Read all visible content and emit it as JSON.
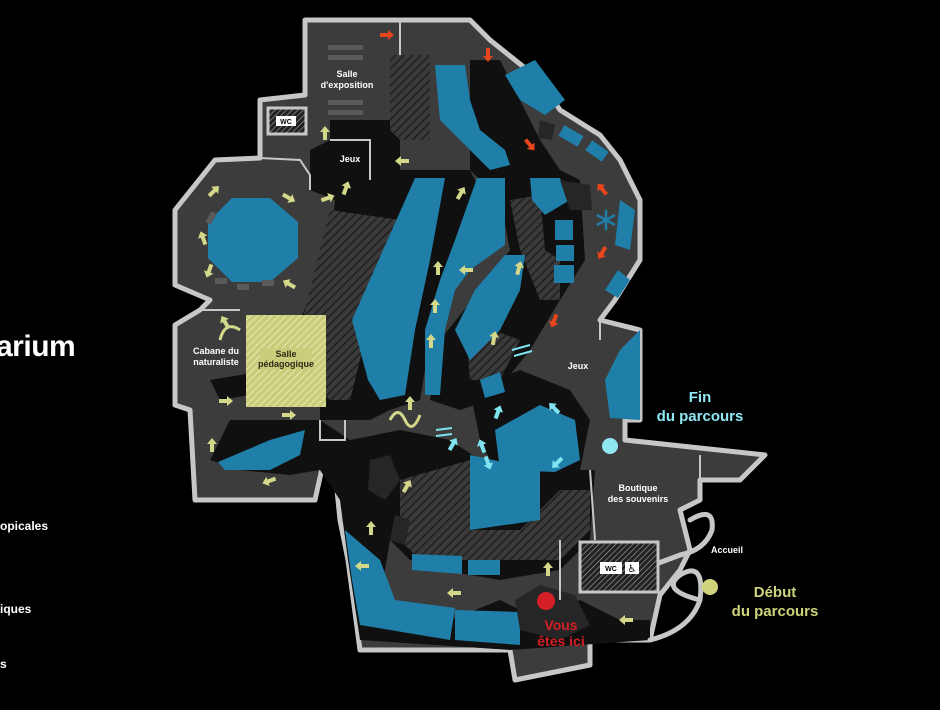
{
  "sidebar": {
    "title_fragment": "arium",
    "items": [
      "opicales",
      "iques",
      "s"
    ]
  },
  "rooms": {
    "salle_exposition": [
      "Salle",
      "d'exposition"
    ],
    "jeux_top": "Jeux",
    "cabane": [
      "Cabane du",
      "naturaliste"
    ],
    "salle_pedagogique": [
      "Salle",
      "pédagogique"
    ],
    "jeux_right": "Jeux",
    "boutique": [
      "Boutique",
      "des souvenirs"
    ],
    "accueil": "Accueil",
    "wc_top": "WC",
    "wc_bottom": "WC"
  },
  "markers": {
    "end": [
      "Fin",
      "du parcours"
    ],
    "start": [
      "Début",
      "du parcours"
    ],
    "here": [
      "Vous",
      "êtes ici"
    ]
  },
  "colors": {
    "background": "#000000",
    "wall": "#c7c7c7",
    "floor": "#3c3c3c",
    "water": "#1f7fa8",
    "path": "#121212",
    "arrow_yellow": "#d4d88a",
    "arrow_red": "#e8451d",
    "arrow_cyan": "#7fe3f0",
    "here_red": "#d51f26",
    "end_cyan": "#8fe7f3",
    "start_yellow": "#cfd37b",
    "salle_hatch": "#d8dc8a"
  },
  "icons": {
    "wc": "wc-sign",
    "accessibility": "wheelchair-icon",
    "snowflake": "snowflake-icon",
    "arrows": "direction-arrow-icon"
  }
}
